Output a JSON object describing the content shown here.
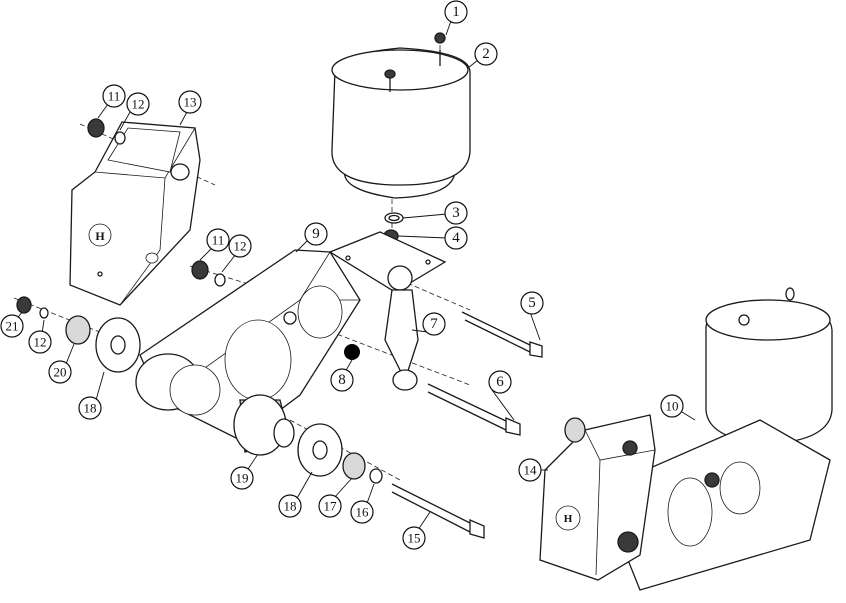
{
  "callouts": [
    {
      "id": "c1",
      "label": "1"
    },
    {
      "id": "c2",
      "label": "2"
    },
    {
      "id": "c3",
      "label": "3"
    },
    {
      "id": "c4",
      "label": "4"
    },
    {
      "id": "c5",
      "label": "5"
    },
    {
      "id": "c6",
      "label": "6"
    },
    {
      "id": "c7",
      "label": "7"
    },
    {
      "id": "c8",
      "label": "8"
    },
    {
      "id": "c9",
      "label": "9"
    },
    {
      "id": "c10",
      "label": "10"
    },
    {
      "id": "c11a",
      "label": "11"
    },
    {
      "id": "c11b",
      "label": "11"
    },
    {
      "id": "c12a",
      "label": "12"
    },
    {
      "id": "c12b",
      "label": "12"
    },
    {
      "id": "c12c",
      "label": "12"
    },
    {
      "id": "c13",
      "label": "13"
    },
    {
      "id": "c14",
      "label": "14"
    },
    {
      "id": "c15",
      "label": "15"
    },
    {
      "id": "c16",
      "label": "16"
    },
    {
      "id": "c17",
      "label": "17"
    },
    {
      "id": "c18a",
      "label": "18"
    },
    {
      "id": "c18b",
      "label": "18"
    },
    {
      "id": "c19",
      "label": "19"
    },
    {
      "id": "c20",
      "label": "20"
    },
    {
      "id": "c21",
      "label": "21"
    }
  ],
  "logo_letter": "H"
}
